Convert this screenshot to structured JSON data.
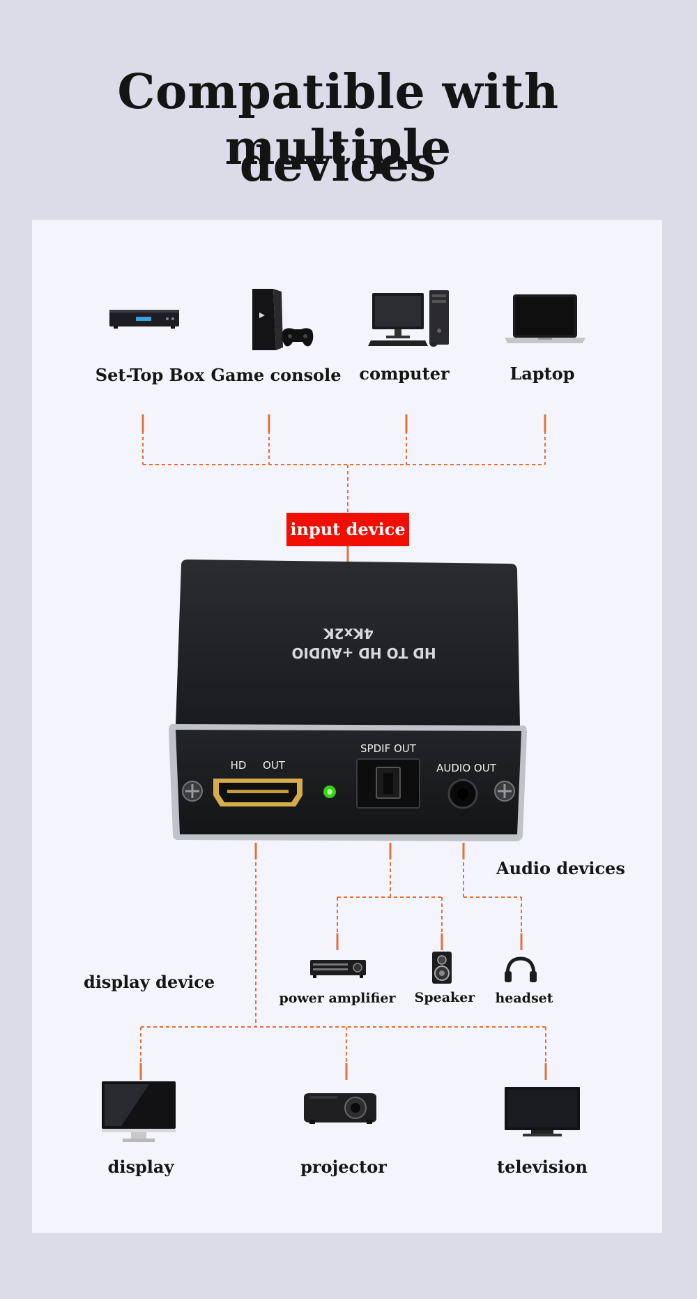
{
  "title": {
    "line1": "Compatible with multiple",
    "line2": "devices"
  },
  "inputs": [
    {
      "label": "Set-Top Box",
      "icon": "set-top-box-icon"
    },
    {
      "label": "Game console",
      "icon": "game-console-icon"
    },
    {
      "label": "computer",
      "icon": "computer-icon"
    },
    {
      "label": "Laptop",
      "icon": "laptop-icon"
    }
  ],
  "input_badge": "input device",
  "device": {
    "top_text": "HD TO HD +AUDIO",
    "top_text2": "4Kx2K",
    "port_hd": "HD",
    "port_out": "OUT",
    "port_spdif": "SPDIF OUT",
    "port_audio": "AUDIO OUT"
  },
  "audio_group_label": "Audio devices",
  "audio_devices": [
    {
      "label": "power amplifier",
      "icon": "amplifier-icon"
    },
    {
      "label": "Speaker",
      "icon": "speaker-icon"
    },
    {
      "label": "headset",
      "icon": "headset-icon"
    }
  ],
  "display_group_label": "display device",
  "display_devices": [
    {
      "label": "display",
      "icon": "monitor-icon"
    },
    {
      "label": "projector",
      "icon": "projector-icon"
    },
    {
      "label": "television",
      "icon": "television-icon"
    }
  ],
  "colors": {
    "line": "#e2703a",
    "badge": "#f10f03",
    "panel": "#f4f5fc",
    "background": "#dcdce9",
    "device": "#1d1e21"
  }
}
